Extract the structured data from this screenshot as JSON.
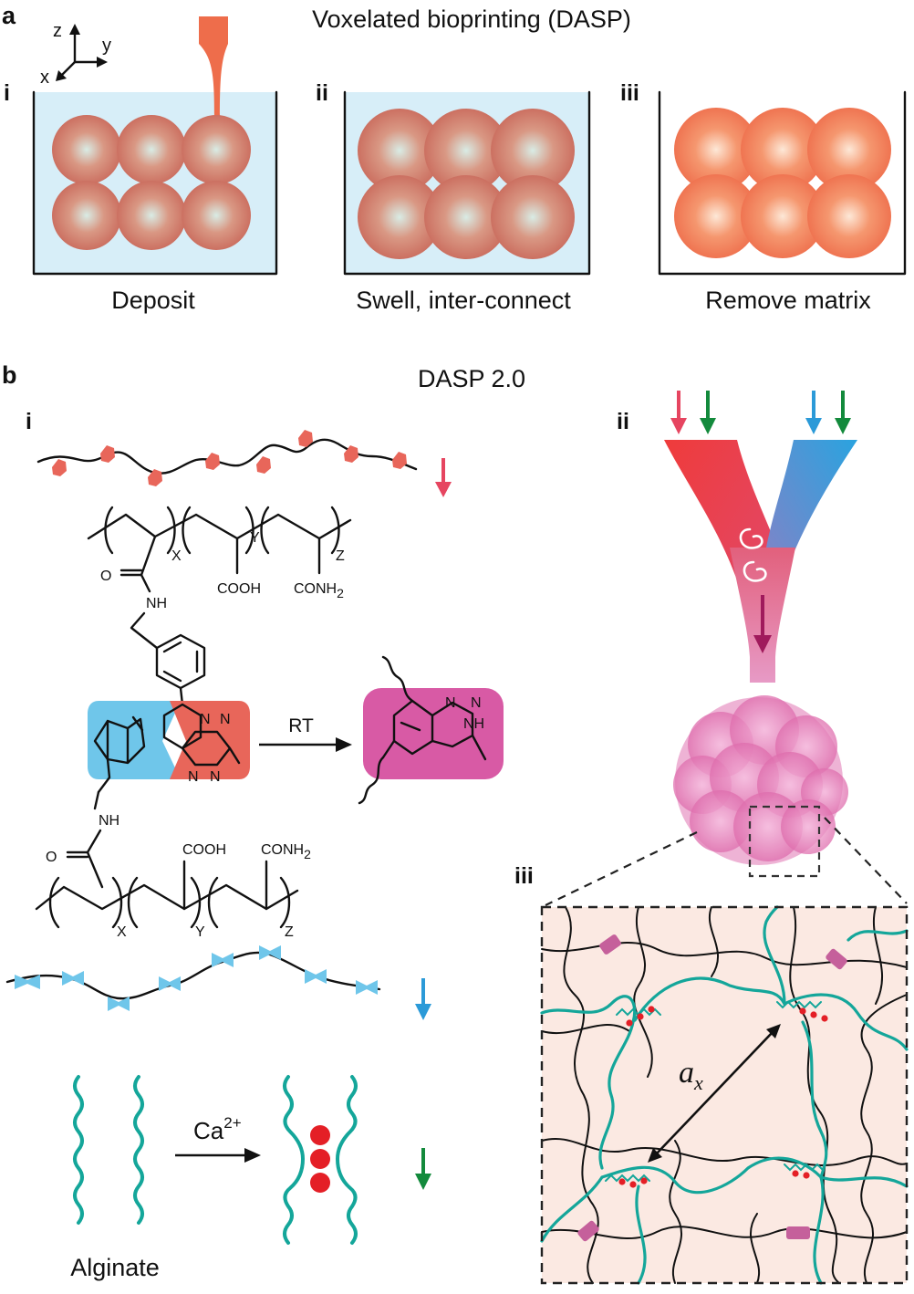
{
  "panel_a": {
    "label": "a",
    "title": "Voxelated bioprinting (DASP)",
    "axes": {
      "z": "z",
      "y": "y",
      "x": "x"
    },
    "steps": [
      {
        "numeral": "i",
        "caption": "Deposit"
      },
      {
        "numeral": "ii",
        "caption": "Swell, inter-connect"
      },
      {
        "numeral": "iii",
        "caption": "Remove matrix"
      }
    ]
  },
  "panel_b": {
    "label": "b",
    "title": "DASP 2.0",
    "sub_i": "i",
    "sub_ii": "ii",
    "sub_iii": "iii",
    "chem": {
      "x": "X",
      "y": "Y",
      "z": "Z",
      "cooh": "COOH",
      "conh": "CONH",
      "two": "2",
      "o": "O",
      "nh": "NH",
      "n": "N",
      "rt": "RT",
      "ca": "Ca",
      "ca_charge": "2+",
      "alginate": "Alginate"
    },
    "mesh_a": "a",
    "mesh_sub": "x"
  },
  "colors": {
    "bead_core": "#d9ece5",
    "bead_edge": "#c9685a",
    "bead_bright": "#ee6d4b",
    "matrix": "#d7eef8",
    "nozzle": "#ee6d4b",
    "tetrazine": "#e8665a",
    "norbornene": "#6fc6ea",
    "product": "#d85aa5",
    "arrow_red": "#e64560",
    "arrow_green": "#138a3c",
    "arrow_blue": "#2b9ad8",
    "arrow_purple": "#a01a5c",
    "alginate": "#14a69a",
    "calcium": "#e41f26",
    "mesh_bg": "#fbe9e2",
    "crosslink": "#c5609b"
  }
}
